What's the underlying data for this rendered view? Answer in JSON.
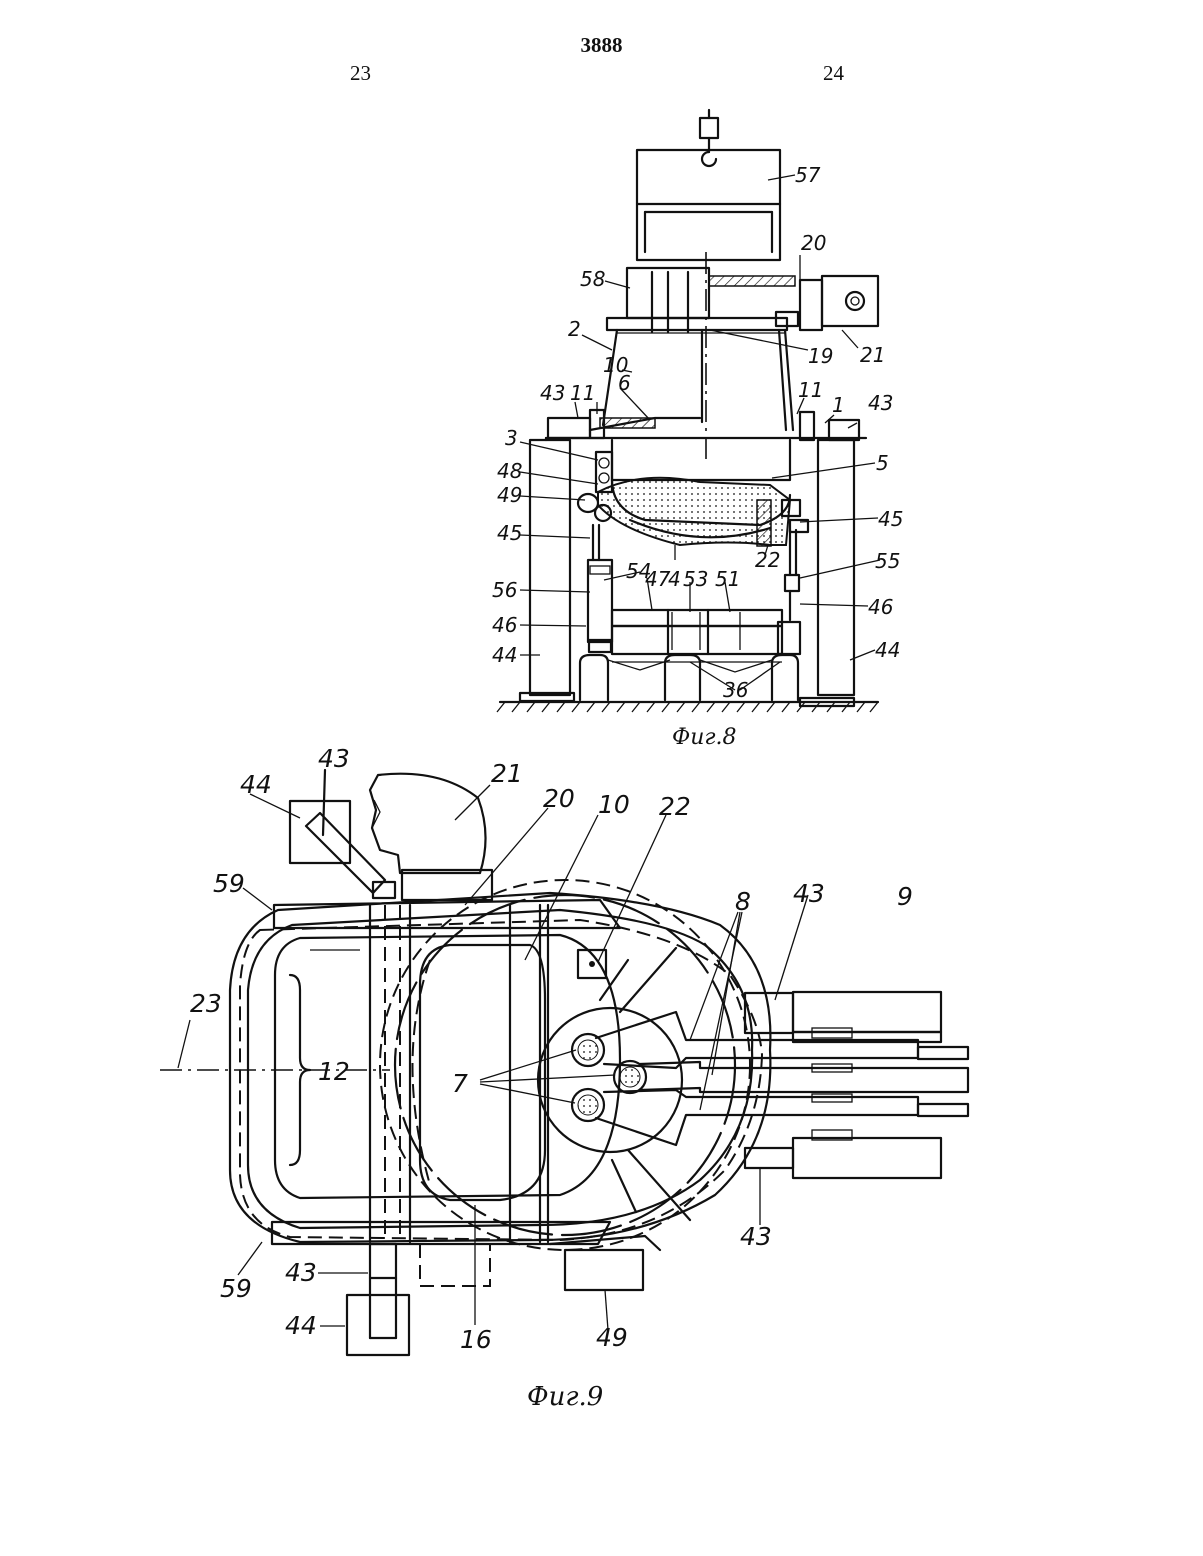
{
  "header": {
    "patent_number": "3888",
    "column_left": "23",
    "column_right": "24"
  },
  "fig8": {
    "caption": "Фиг.8",
    "labels": {
      "l57": "57",
      "l20": "20",
      "l58": "58",
      "l21": "21",
      "l2": "2",
      "l19": "19",
      "l10": "10",
      "l6": "6",
      "l43a": "43",
      "l11a": "11",
      "l11b": "11",
      "l1": "1",
      "l43b": "43",
      "l3": "3",
      "l5": "5",
      "l48": "48",
      "l49": "49",
      "l45a": "45",
      "l45b": "45",
      "l22": "22",
      "l54": "54",
      "l47": "47",
      "l4": "4",
      "l53": "53",
      "l51": "51",
      "l55": "55",
      "l56": "56",
      "l46a": "46",
      "l46b": "46",
      "l44a": "44",
      "l44b": "44",
      "l36": "36"
    }
  },
  "fig9": {
    "caption": "Фиг.9",
    "labels": {
      "l43a": "43",
      "l44a": "44",
      "l21": "21",
      "l20": "20",
      "l10": "10",
      "l22": "22",
      "l59a": "59",
      "l8": "8",
      "l43b": "43",
      "l9": "9",
      "l23": "23",
      "l12": "12",
      "l7": "7",
      "l43c": "43",
      "l59b": "59",
      "l43d": "43",
      "l44b": "44",
      "l16": "16",
      "l49": "49"
    }
  }
}
